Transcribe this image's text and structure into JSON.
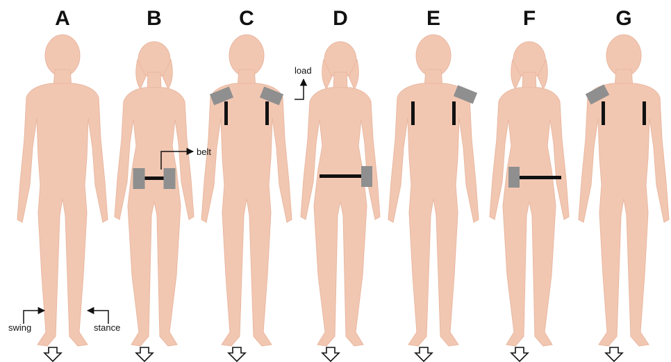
{
  "colors": {
    "skin": "#f2c7b2",
    "skin_edge": "#e8b7a0",
    "load": "#8f8f8f",
    "bar": "#111111",
    "arrow": "#111111"
  },
  "panels": [
    {
      "label": "A",
      "variant": "male",
      "loads": "none",
      "bars": "none"
    },
    {
      "label": "B",
      "variant": "female",
      "loads": "both-hips",
      "bars": "belt-center"
    },
    {
      "label": "C",
      "variant": "male",
      "loads": "both-shoulders",
      "bars": "both-straps"
    },
    {
      "label": "D",
      "variant": "female",
      "loads": "right-hip",
      "bars": "belt-right"
    },
    {
      "label": "E",
      "variant": "male",
      "loads": "right-shoulder",
      "bars": "both-straps"
    },
    {
      "label": "F",
      "variant": "female",
      "loads": "left-hip",
      "bars": "belt-left"
    },
    {
      "label": "G",
      "variant": "male",
      "loads": "left-shoulder",
      "bars": "both-straps"
    }
  ],
  "annotations": {
    "belt": "belt",
    "load": "load",
    "swing": "swing",
    "stance": "stance"
  },
  "icons": {
    "walking_direction": "down-arrow-icon"
  }
}
